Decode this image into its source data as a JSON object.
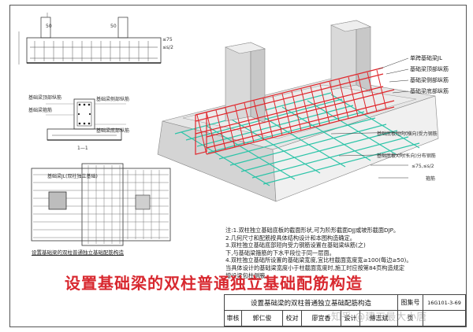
{
  "labels": {
    "beam": "单跨基础梁JL",
    "beam_top_bar": "基础梁顶部纵筋",
    "beam_side_bar": "基础梁侧部纵筋",
    "beam_bottom_bar": "基础梁底部纵筋",
    "short_bar": "基础底板短向(横向)受力钢筋",
    "long_bar": "基础底板X向(长向)分布钢筋",
    "spacing_note": "≤75,≤s/2",
    "stirrup": "箍筋"
  },
  "detail_labels": {
    "sec_a": "基础梁顶部纵筋",
    "sec_b": "基础梁箍筋",
    "sec_c": "基础梁侧部纵筋",
    "sec_d": "基础梁底部纵筋",
    "section_mark": "1—1",
    "plan_note": "基础梁JL(双柱独立基础)",
    "dim_50": "50",
    "dim_75": "≤75",
    "dim_s2": "≤s/2"
  },
  "plan_caption": "设置基础梁的双柱普通独立基础配筋构造",
  "notes": [
    "注:1.双柱独立基础底板的截面形状,可为阶形截面DJJ或坡形截面DJP。",
    "2.几何尺寸和配筋按具体结构设计和本图构造确定。",
    "3.双柱独立基础底部短向受力钢筋设置在基础梁纵筋(之)",
    "下,与基础梁箍筋的下水平段位于同一层面。",
    "4.双柱独立基础所设置的基础梁宽度,宜比柱截面宽度宽≥100(每边≥50)。",
    "当具体设计的基础梁宽度小于柱截面宽度时,施工时应按第84页构造规定",
    "增设梁包柱侧腋。"
  ],
  "big_title": "设置基础梁的双柱普通独立基础配筋构造",
  "title_block": {
    "title": "设置基础梁的双柱普通独立基础配筋构造",
    "atlas_label": "图集号",
    "atlas_no": "16G101-3-69",
    "review_label": "审核",
    "reviewer": "郭仁俊",
    "check_label": "校对",
    "checker": "廖宜香",
    "design_label": "设计",
    "designer": "傅志斌",
    "page_label": "页",
    "page_no": ""
  },
  "watermark": "知乎 @建工最大小唐",
  "colors": {
    "red_rebar": "#e0262b",
    "cyan_rebar": "#2cc4a8",
    "title_red": "#d8282f",
    "concrete": "#e4e4e4"
  }
}
